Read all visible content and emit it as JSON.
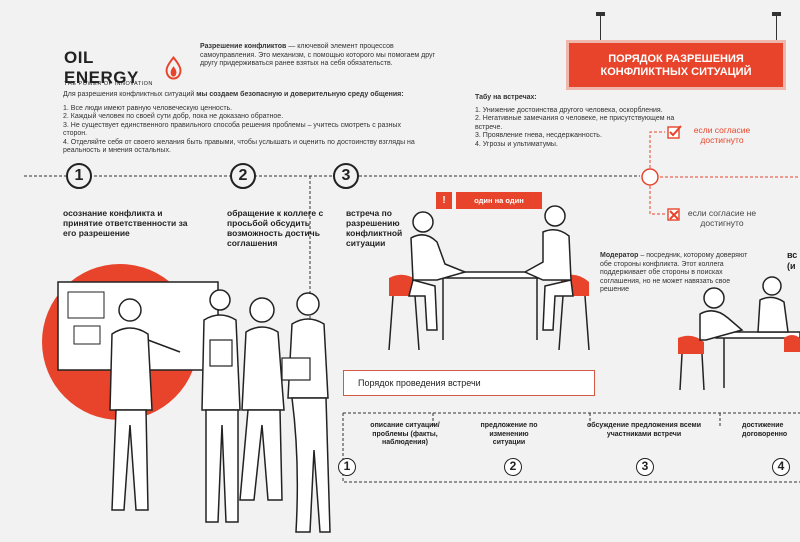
{
  "logo": {
    "name": "OIL ENERGY",
    "tagline": "THE POWER OF INNOVATION"
  },
  "intro": {
    "bold": "Разрешение конфликтов",
    "rest": " — ключевой элемент процессов самоуправления. Это механизм, с помощью которого мы помогаем друг другу придерживаться ранее взятых на себя обязательств."
  },
  "sign": {
    "line1": "ПОРЯДОК РАЗРЕШЕНИЯ",
    "line2": "КОНФЛИКТНЫХ СИТУАЦИЙ"
  },
  "conditions": {
    "lead": "Для разрешения конфликтных ситуаций",
    "lead_bold": " мы создаем безопасную и доверительную среду общения:",
    "items": [
      "1. Все люди имеют равную человеческую ценность.",
      "2. Каждый человек по своей сути добр, пока не доказано обратное.",
      "3. Не существует единственного правильного способа решения проблемы – учитесь смотреть с разных сторон.",
      "4. Отделяйте себя от своего  желания быть правыми, чтобы услышать и оценить по достоинству взгляды на реальность и мнения остальных."
    ]
  },
  "taboo": {
    "title": "Табу на встречах:",
    "items": [
      "1. Унижение достоинства другого человека, оскорбления.",
      "2. Негативные замечания о человеке, не присутствующем на встрече.",
      "3. Проявление гнева, несдержанность.",
      "4. Угрозы и ультиматумы."
    ]
  },
  "outcomes": {
    "agree": "если согласие достигнуто",
    "disagree": "если согласие не достигнуто"
  },
  "steps": [
    {
      "num": "1",
      "label": "осознание конфликта и принятие ответственности за его разрешение"
    },
    {
      "num": "2",
      "label": "обращение к коллеге с просьбой обсудить возможность достичь соглашения"
    },
    {
      "num": "3",
      "label": "встреча по разрешению конфликтной ситуации"
    }
  ],
  "one_on_one": "один на один",
  "moderator": {
    "bold": "Модератор",
    "rest": " – посредник, которому доверяют обе стороны конфликта. Этот коллега поддерживает обе стороны в поисках соглашения, но не может навязать свое решение",
    "side_fragment": "вс",
    "side_fragment2": "(и"
  },
  "meeting": {
    "title": "Порядок проведения встречи",
    "steps": [
      {
        "num": "1",
        "label": "описание ситуации/проблемы (факты, наблюдения)"
      },
      {
        "num": "2",
        "label": "предложение по изменению ситуации"
      },
      {
        "num": "3",
        "label": "обсуждение предложения всеми участниками встречи"
      },
      {
        "num": "4",
        "label": "достижение договоренно"
      }
    ]
  },
  "colors": {
    "accent": "#e8442b",
    "dark": "#222222",
    "bg": "#f2f2f2"
  }
}
